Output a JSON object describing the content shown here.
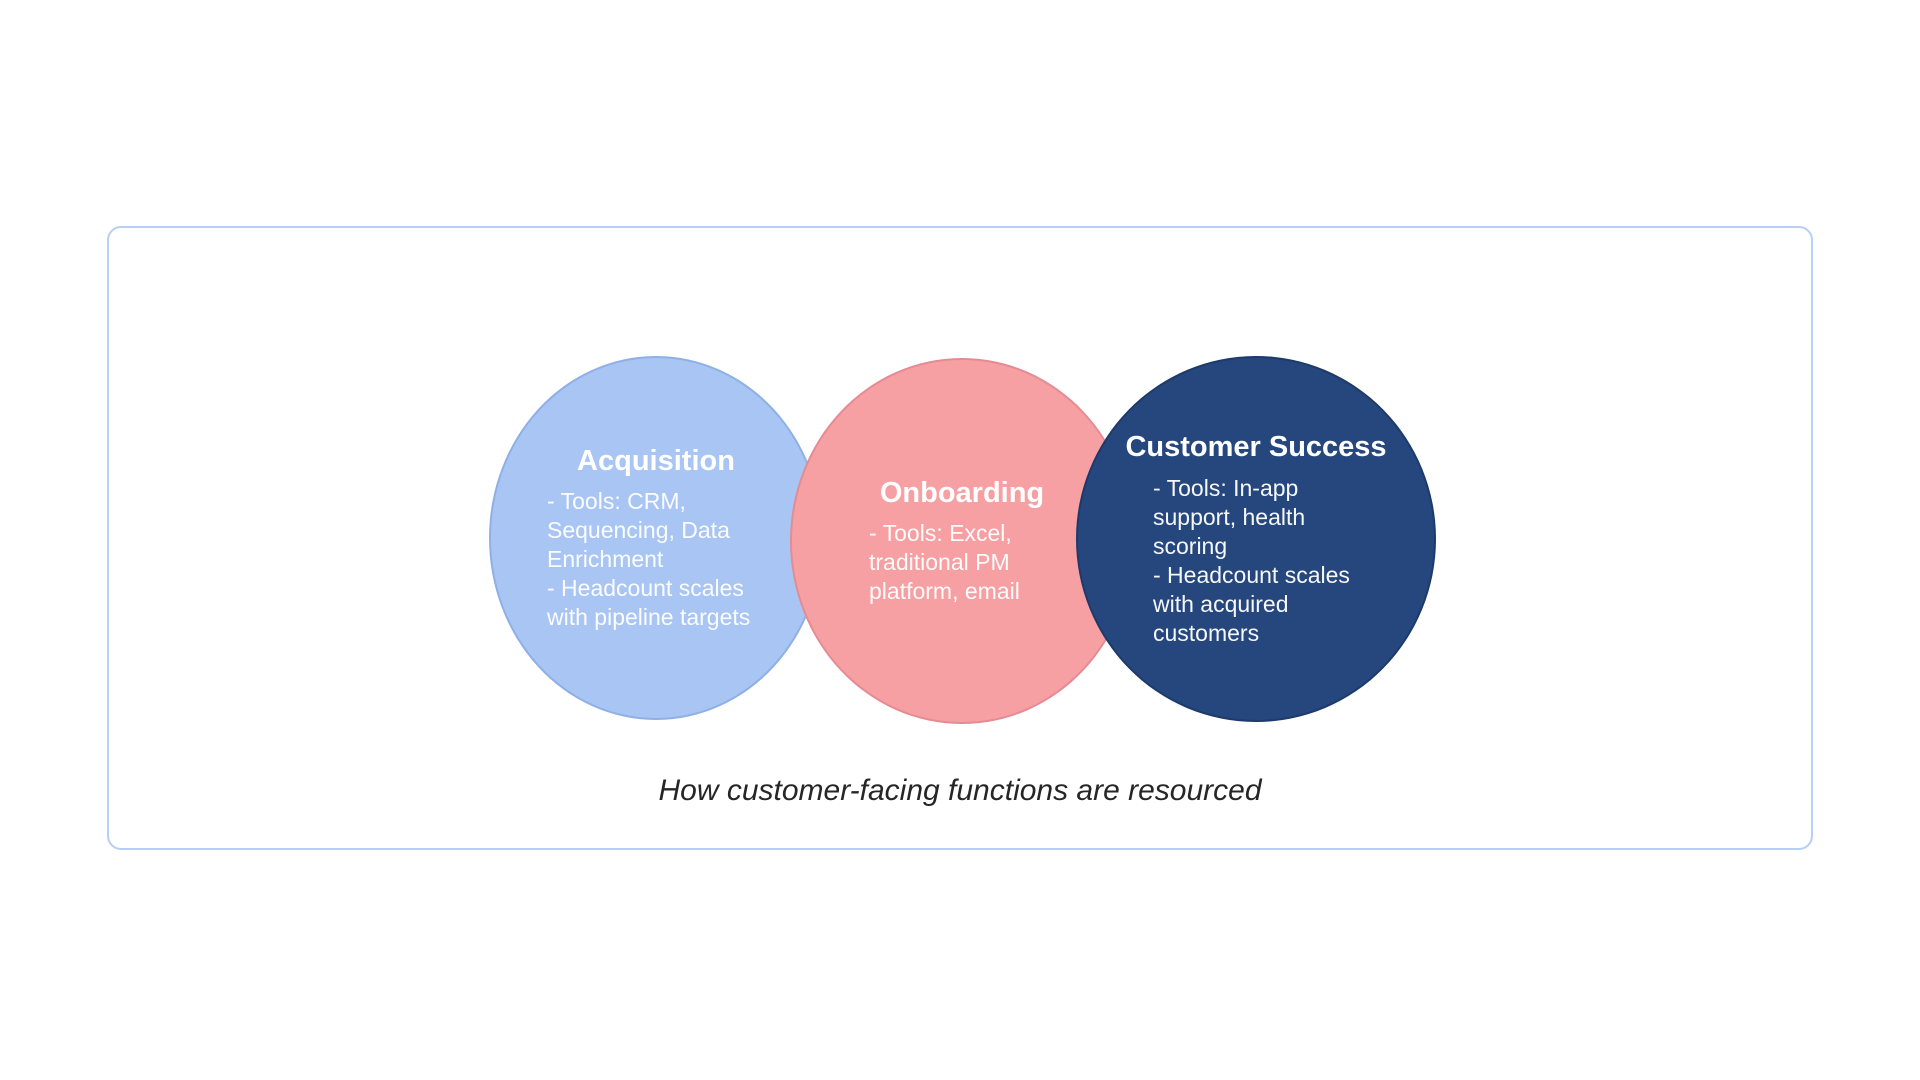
{
  "card": {
    "caption": "How customer-facing functions are resourced"
  },
  "diagram": {
    "circles": [
      {
        "id": "acquisition",
        "title": "Acquisition",
        "body": "- Tools: CRM, Sequencing, Data Enrichment\n- Headcount scales with pipeline targets",
        "fill": "#a9c5f3",
        "stroke": "#8fb0e6",
        "text_color": "#ffffff"
      },
      {
        "id": "onboarding",
        "title": "Onboarding",
        "body": "- Tools: Excel, traditional PM platform, email",
        "fill": "#f6a0a4",
        "stroke": "#e58b92",
        "text_color": "#ffffff"
      },
      {
        "id": "customer-success",
        "title": "Customer Success",
        "body": "- Tools: In-app support, health scoring\n- Headcount scales with acquired customers",
        "fill": "#25477e",
        "stroke": "#1d3a6b",
        "text_color": "#ffffff"
      }
    ]
  },
  "colors": {
    "background": "#ffffff",
    "card_border": "#b7cff7",
    "caption_color": "#262626"
  }
}
